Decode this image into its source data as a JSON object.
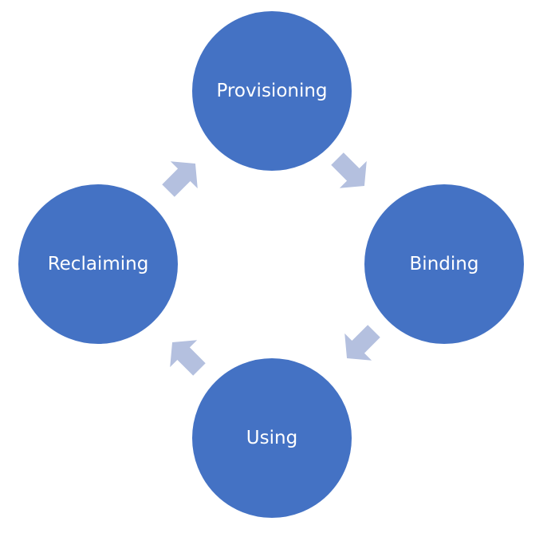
{
  "diagram": {
    "type": "cycle",
    "colors": {
      "node_fill": "#4472c4",
      "node_text": "#ffffff",
      "arrow_fill": "#b4c0df",
      "background": "#ffffff"
    },
    "nodes": [
      {
        "label": "Provisioning"
      },
      {
        "label": "Binding"
      },
      {
        "label": "Using"
      },
      {
        "label": "Reclaiming"
      }
    ],
    "flow": "clockwise"
  }
}
